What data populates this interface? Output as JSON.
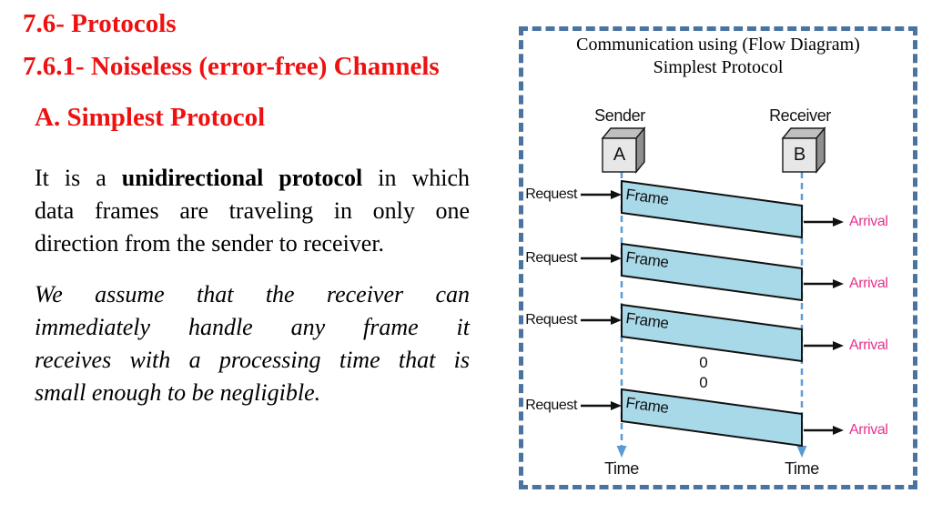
{
  "slide": {
    "heading1": "7.6- Protocols",
    "heading2": "7.6.1- Noiseless (error-free) Channels",
    "heading3": "A. Simplest Protocol",
    "para1": {
      "line1_pre": "It is a ",
      "line1_bold": "unidirectional protocol",
      "line1_post": " in which",
      "line2": "data frames are traveling in only one",
      "line3": "direction from the sender to receiver."
    },
    "para2": {
      "line1": "We assume that the receiver can",
      "line2": "immediately handle any frame it",
      "line3": "receives with a processing time that is",
      "line4": "small enough to be negligible."
    }
  },
  "diagram": {
    "title_line1": "Communication using (Flow Diagram)",
    "title_line2": "Simplest Protocol",
    "sender_label": "Sender",
    "receiver_label": "Receiver",
    "sender_node": "A",
    "receiver_node": "B",
    "rows": [
      {
        "request": "Request",
        "frame": "Frame",
        "arrival": "Arrival"
      },
      {
        "request": "Request",
        "frame": "Frame",
        "arrival": "Arrival"
      },
      {
        "request": "Request",
        "frame": "Frame",
        "arrival": "Arrival"
      },
      {
        "request": "Request",
        "frame": "Frame",
        "arrival": "Arrival"
      }
    ],
    "ellipsis_top": "0",
    "ellipsis_bottom": "0",
    "time_sender": "Time",
    "time_receiver": "Time",
    "colors": {
      "heading_red": "#ee1111",
      "border_blue": "#4a74a0",
      "timeline_blue": "#5b9bd5",
      "frame_fill": "#a8d9e9",
      "arrival_pink": "#e8308e"
    }
  }
}
